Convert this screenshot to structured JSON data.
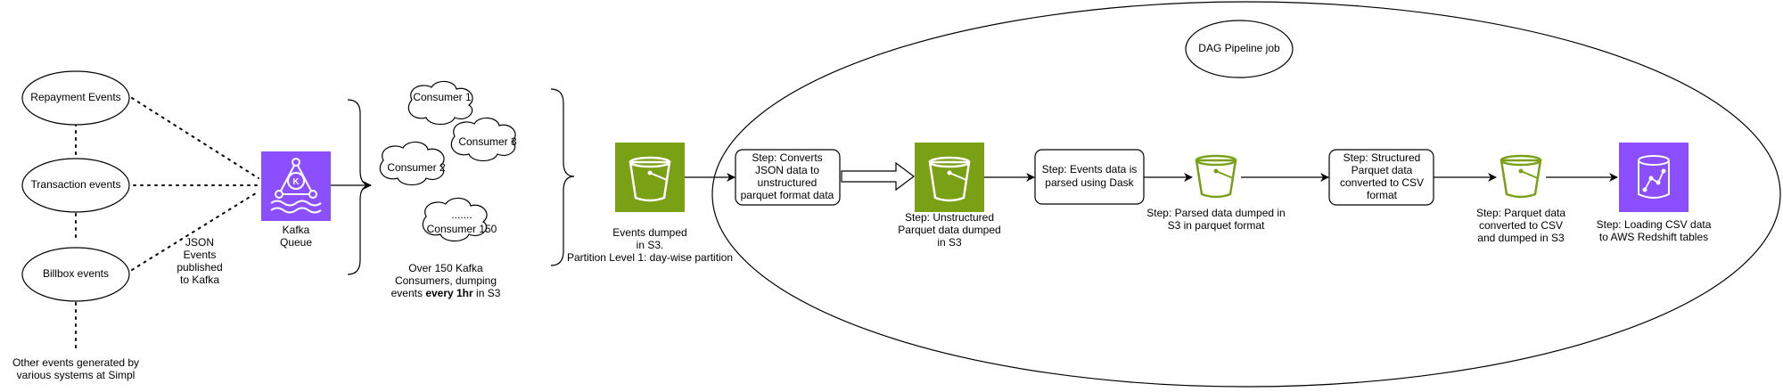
{
  "sources": {
    "repayment": "Repayment Events",
    "transaction": "Transaction events",
    "billbox": "Billbox events",
    "other": [
      "Other events generated by",
      "various systems at Simpl"
    ]
  },
  "json_note": [
    "JSON",
    "Events",
    "published",
    "to Kafka"
  ],
  "kafka": {
    "label": [
      "Kafka",
      "Queue"
    ],
    "icon": "kafka-icon",
    "color": "#8C4FFF"
  },
  "consumers": {
    "c1": "Consumer 1",
    "c2": "Consumer 2",
    "c3": "Consumer 3",
    "ellipsis": ".......",
    "c150": "Consumer 150",
    "caption_lines": [
      "Over 150 Kafka",
      "Consumers, dumping"
    ],
    "caption_pre": "events ",
    "caption_bold": "every 1hr",
    "caption_post": " in S3"
  },
  "s3_raw": {
    "label": [
      "Events dumped",
      "in S3.",
      "Partition Level 1: day-wise partition"
    ],
    "icon": "s3-bucket-icon",
    "color": "#7AA116"
  },
  "dag": {
    "title": "DAG Pipeline job",
    "step1": [
      "Step: Converts",
      "JSON data to",
      "unstructured",
      "parquet format data"
    ],
    "bucket1_label": [
      "Step: Unstructured",
      "Parquet data dumped",
      "in S3"
    ],
    "step2": [
      "Step: Events data is",
      "parsed using Dask"
    ],
    "bucket2_label": [
      "Step: Parsed data dumped in",
      "S3 in parquet format"
    ],
    "step3": [
      "Step: Structured",
      "Parquet data",
      "converted to CSV",
      "format"
    ],
    "bucket3_label": [
      "Step: Parquet data",
      "converted to CSV",
      "and dumped in S3"
    ],
    "redshift_label": [
      "Step: Loading CSV data",
      "to AWS Redshift tables"
    ],
    "redshift_icon": "redshift-icon",
    "redshift_color": "#8C4FFF"
  }
}
